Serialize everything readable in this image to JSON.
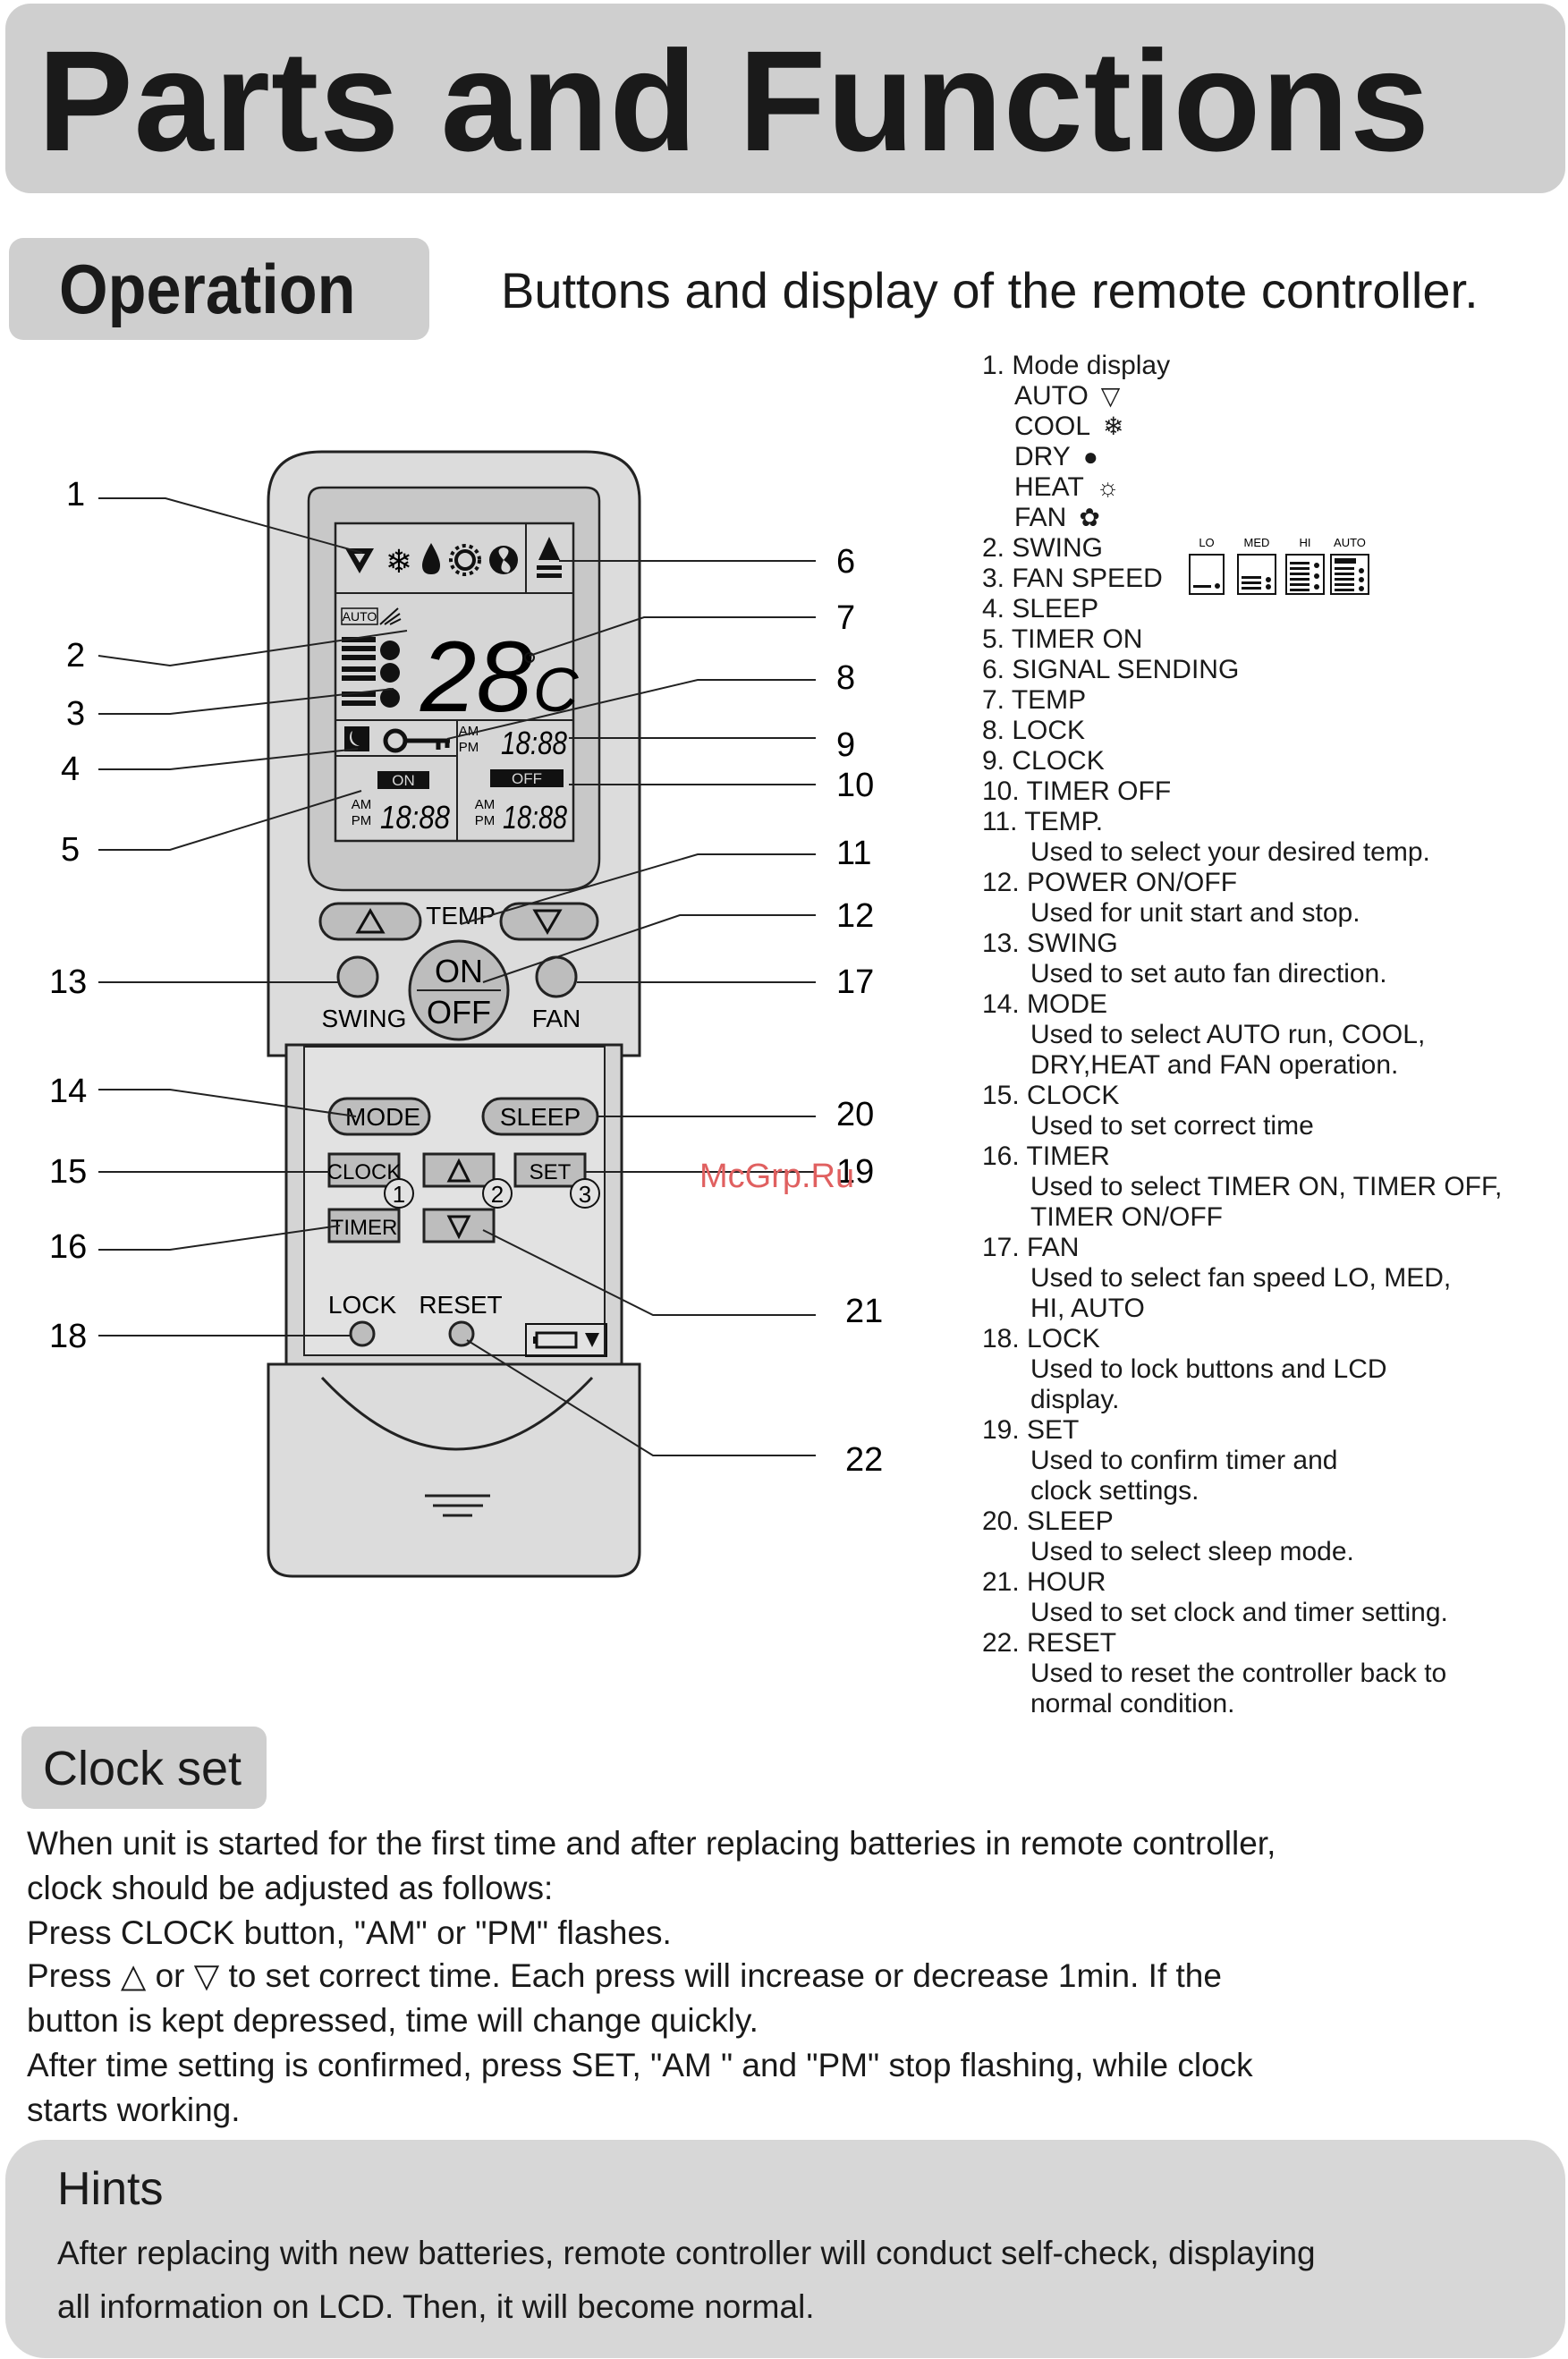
{
  "header": {
    "title": "Parts and Functions"
  },
  "operation": {
    "tab_label": "Operation",
    "subtitle": "Buttons and display of the remote controller."
  },
  "legend": {
    "mode_display": "1. Mode display",
    "modes": [
      "AUTO",
      "COOL",
      "DRY",
      "HEAT",
      "FAN"
    ],
    "fan_speed_labels": [
      "LO",
      "MED",
      "HI",
      "AUTO"
    ],
    "items": [
      "2. SWING",
      "3. FAN SPEED",
      "4. SLEEP",
      "5. TIMER ON",
      "6. SIGNAL SENDING",
      "7. TEMP",
      "8. LOCK",
      "9. CLOCK",
      "10. TIMER OFF",
      "11. TEMP."
    ],
    "functions": [
      {
        "num": "11. TEMP.",
        "desc": [
          "Used to select your desired temp."
        ]
      },
      {
        "num": "12. POWER ON/OFF",
        "desc": [
          "Used for unit start and stop."
        ]
      },
      {
        "num": "13. SWING",
        "desc": [
          "Used to set auto fan direction."
        ]
      },
      {
        "num": "14. MODE",
        "desc": [
          "Used to select AUTO run, COOL,",
          "DRY,HEAT and FAN operation."
        ]
      },
      {
        "num": "15. CLOCK",
        "desc": [
          "Used to set correct time"
        ]
      },
      {
        "num": "16. TIMER",
        "desc": [
          "Used to select TIMER ON, TIMER OFF,",
          "TIMER ON/OFF"
        ]
      },
      {
        "num": "17. FAN",
        "desc": [
          "Used to select fan speed LO, MED,",
          "HI, AUTO"
        ]
      },
      {
        "num": "18. LOCK",
        "desc": [
          "Used to lock buttons and LCD",
          "display."
        ]
      },
      {
        "num": "19. SET",
        "desc": [
          "Used to confirm timer and",
          "clock settings."
        ]
      },
      {
        "num": "20. SLEEP",
        "desc": [
          "Used to select sleep mode."
        ]
      },
      {
        "num": "21. HOUR",
        "desc": [
          "Used to set clock and timer setting."
        ]
      },
      {
        "num": "22. RESET",
        "desc": [
          "Used to reset the controller back to",
          "normal condition."
        ]
      }
    ]
  },
  "remote": {
    "callouts": [
      "1",
      "2",
      "3",
      "4",
      "5",
      "6",
      "7",
      "8",
      "9",
      "10",
      "11",
      "12",
      "13",
      "14",
      "15",
      "16",
      "17",
      "18",
      "19",
      "20",
      "21",
      "22"
    ],
    "lcd": {
      "auto": "AUTO",
      "temp": "28",
      "unit": "C",
      "am": "AM",
      "pm": "PM",
      "clock": "18:88",
      "on": "ON",
      "off": "OFF",
      "timer_on": "18:88",
      "timer_off": "18:88"
    },
    "buttons": {
      "temp": "TEMP",
      "on": "ON",
      "off": "OFF",
      "swing": "SWING",
      "fan": "FAN",
      "mode": "MODE",
      "sleep": "SLEEP",
      "clock": "CLOCK",
      "set": "SET",
      "timer": "TIMER",
      "lock": "LOCK",
      "reset": "RESET",
      "step1": "1",
      "step2": "2",
      "step3": "3"
    }
  },
  "watermark": "McGrp.Ru",
  "clock_set": {
    "label": "Clock set",
    "lines": [
      "When unit is started for the first time and after replacing batteries in remote controller,",
      "clock should be adjusted as follows:",
      "Press CLOCK button, \"AM\" or \"PM\" flashes.",
      "Press △ or ▽ to set correct time. Each press will increase or decrease 1min. If the",
      "button is kept depressed, time will change quickly.",
      "After time setting is confirmed, press SET, \"AM \" and \"PM\" stop flashing, while clock",
      "starts working."
    ]
  },
  "hints": {
    "label": "Hints",
    "lines": [
      "After replacing with new batteries, remote controller will conduct self-check, displaying",
      "all information on LCD. Then, it will become normal."
    ]
  },
  "icons": {
    "auto": "auto-mode-icon",
    "cool": "snowflake-icon",
    "dry": "droplet-icon",
    "heat": "sun-icon",
    "fan": "fan-icon",
    "sleep": "moon-icon",
    "lock": "key-icon",
    "signal": "signal-icon",
    "battery": "battery-icon"
  }
}
